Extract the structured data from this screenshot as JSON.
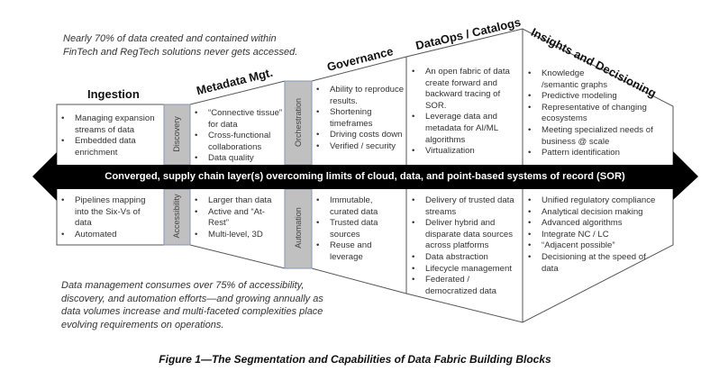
{
  "captions": {
    "top": [
      "Nearly 70% of data created and contained within",
      "FinTech and RegTech solutions never gets accessed."
    ],
    "bottom": [
      "Data management consumes over 75% of accessibility,",
      "discovery, and automation efforts—and growing annually as",
      "data volumes increase and multi-faceted complexities place",
      "evolving requirements on operations."
    ],
    "figure": "Figure 1—The Segmentation and Capabilities of Data Fabric Building Blocks"
  },
  "band_text": "Converged, supply chain  layer(s) overcoming limits of cloud, data, and point-based systems of record (SOR)",
  "connectors": {
    "discovery": "Discovery",
    "accessibility": "Accessibility",
    "orchestration": "Orchestration",
    "automation": "Automation"
  },
  "segments": {
    "ingestion": {
      "title": "Ingestion",
      "top": [
        "Managing expansion streams of data",
        "Embedded data enrichment"
      ],
      "bottom": [
        "Pipelines mapping into the Six-Vs of data",
        "Automated"
      ]
    },
    "metadata": {
      "title": "Metadata Mgt.",
      "top": [
        "“Connective tissue” for data",
        "Cross-functional collaborations",
        "Data quality"
      ],
      "bottom": [
        "Larger than data",
        "Active and “At-Rest”",
        "Multi-level, 3D"
      ]
    },
    "governance": {
      "title": "Governance",
      "top": [
        "Ability to reproduce results.",
        "Shortening timeframes",
        "Driving costs down",
        "Verified / security"
      ],
      "bottom": [
        "Immutable, curated data",
        "Trusted data sources",
        "Reuse and leverage"
      ]
    },
    "dataops": {
      "title": "DataOps / Catalogs",
      "top": [
        "An open fabric of data create forward and backward tracing of SOR.",
        "Leverage data and metadata for AI/ML algorithms",
        "Virtualization"
      ],
      "bottom": [
        "Delivery of trusted data streams",
        "Deliver hybrid and disparate data sources across platforms",
        "Data abstraction",
        "Lifecycle management",
        "Federated / democratized data"
      ]
    },
    "insights": {
      "title": "Insights and Decisioning",
      "top": [
        "Knowledge /semantic graphs",
        "Predictive modeling",
        "Representative of  changing ecosystems",
        "Meeting specialized needs of business @ scale",
        "Pattern identification"
      ],
      "bottom": [
        "Unified regulatory compliance",
        "Analytical decision making",
        "Advanced algorithms",
        "Integrate NC / LC",
        "“Adjacent possible”",
        "Decisioning at the speed of data"
      ]
    }
  },
  "colors": {
    "band": "#000000",
    "connector_fill": "#c0c0c0",
    "connector_border": "#8596b8",
    "outline": "#555555"
  }
}
